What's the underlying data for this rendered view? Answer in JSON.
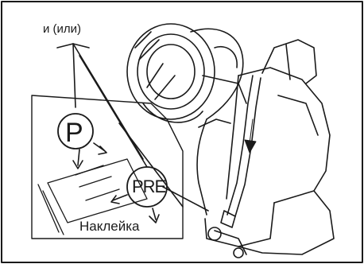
{
  "labels": {
    "or": "и (или)",
    "p_mark": "P",
    "pre_mark": "PRE",
    "sticker": "Наклейка"
  },
  "icons": [
    "car-seat-icon",
    "seatbelt-icon",
    "child-seat-icon",
    "arrow-down-icon"
  ],
  "colors": {
    "ink": "#1a1a1a",
    "background": "#ffffff"
  }
}
